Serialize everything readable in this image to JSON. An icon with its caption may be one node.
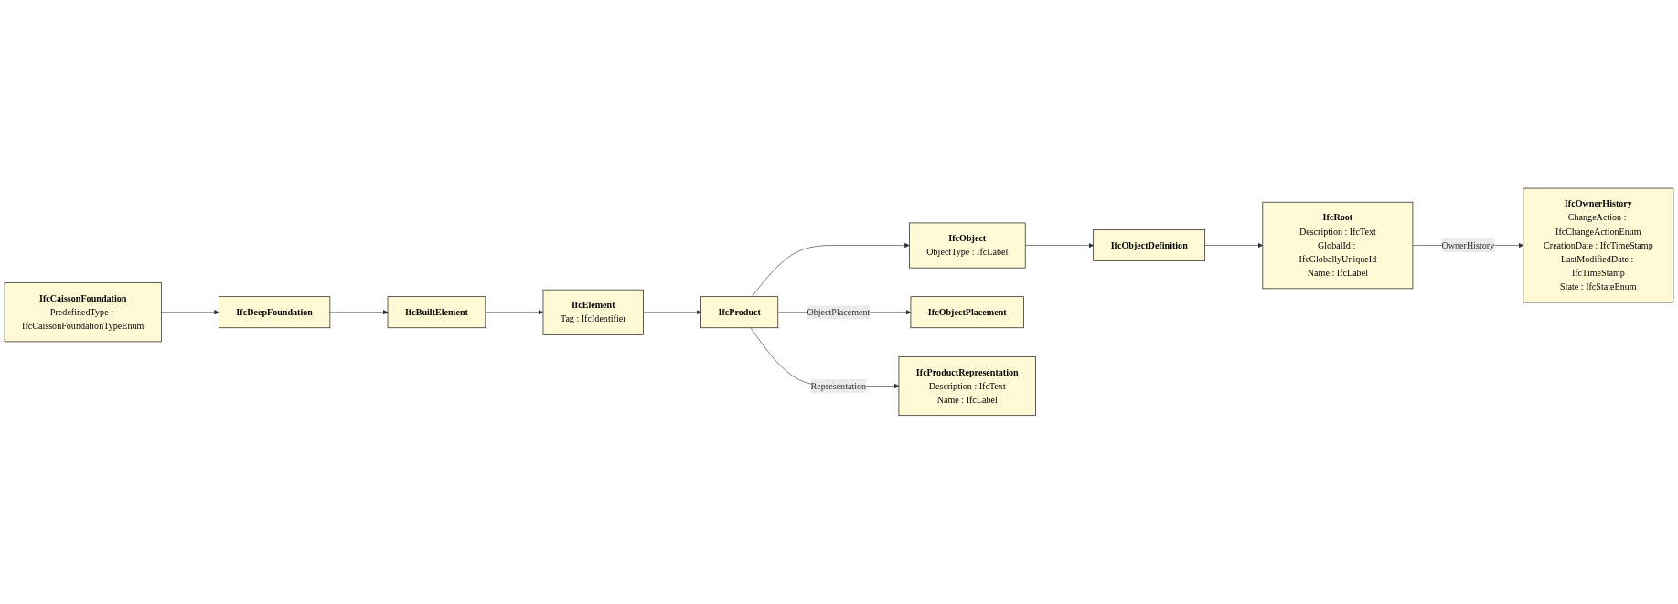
{
  "diagram": {
    "nodes": [
      {
        "text": [
          "IfcCaissonFoundation",
          "PredefinedType : IfcCaissonFoundationTypeEnum"
        ]
      },
      {
        "text": [
          "IfcDeepFoundation"
        ]
      },
      {
        "text": [
          "IfcElement",
          "Tag : IfcIdentifier"
        ]
      },
      {
        "text": [
          "IfcBuiltElement"
        ]
      },
      {
        "text": [
          "IfcProduct"
        ]
      },
      {
        "text": [
          "IfcObject",
          "ObjectType : IfcLabel"
        ]
      },
      {
        "text": [
          "IfcObjectDefinition"
        ]
      },
      {
        "text": [
          "IfcObjectPlacement"
        ]
      },
      {
        "text": [
          "IfcProductRepresentation",
          "Description : IfcText",
          "Name : IfcLabel"
        ]
      },
      {
        "text": [
          "IfcRoot",
          "Description : IfcText",
          "GlobalId : IfcGloballyUniqueId",
          "Name : IfcLabel"
        ]
      },
      {
        "text": [
          "IfcOwnerHistory",
          "ChangeAction : IfcChangeActionEnum",
          "CreationDate : IfcTimeStamp",
          "LastModifiedDate : IfcTimeStamp",
          "State : IfcStateEnum"
        ]
      }
    ],
    "edges": [
      {
        "from": 0,
        "to": 1,
        "arrow": "to"
      },
      {
        "from": 1,
        "to": 3,
        "arrow": "to"
      },
      {
        "from": 3,
        "to": 2,
        "arrow": "to"
      },
      {
        "from": 2,
        "to": 4,
        "arrow": "to"
      },
      {
        "from": 4,
        "to": 5,
        "arrow": "to"
      },
      {
        "from": 5,
        "to": 6,
        "arrow": "to"
      },
      {
        "from": 6,
        "to": 9,
        "arrow": "to"
      },
      {
        "from": 4,
        "to": 7,
        "label": "ObjectPlacement",
        "arrow": "to"
      },
      {
        "from": 4,
        "to": 8,
        "label": "Representation",
        "arrow": "to"
      },
      {
        "from": 9,
        "to": 10,
        "label": "OwnerHistory",
        "arrow": "to"
      }
    ]
  }
}
